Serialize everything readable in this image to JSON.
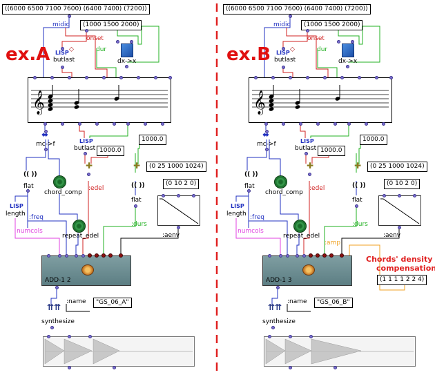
{
  "panels": [
    {
      "id": "A",
      "title": "ex.A",
      "chords_box": "((6000 6500 7100 7600) (6400 7400) (7200))",
      "onsets_box": "(1000 1500 2000)",
      "labels": {
        "midic": "midic",
        "onset": "onset",
        "dur": "dur",
        "lisp": "LISP",
        "butlast": "butlast",
        "dx_x": "dx->x",
        "mc_f": "mc->f",
        "flat": "flat",
        "chord_comp": "chord_comp",
        "length": "length",
        "repeat_edel": "repeat_edel",
        "synthesize": "synthesize",
        "name": ":name",
        "freq": ":freq",
        "edel": ":edel",
        "durs": ":durs",
        "numcols": "numcols",
        "aenv": ":aenv"
      },
      "edel_value": "1000.0",
      "durs_value": "1000.0",
      "bpf_box": "(0 25 1000 1024)",
      "env_box": "(0 10 2 0)",
      "synth_name": "ADD-1 2",
      "name_value": "\"GS_06_A\""
    },
    {
      "id": "B",
      "title": "ex.B",
      "chords_box": "((6000 6500 7100 7600) (6400 7400) (7200))",
      "onsets_box": "(1000 1500 2000)",
      "labels": {
        "midic": "midic",
        "onset": "onset",
        "dur": "dur",
        "lisp": "LISP",
        "butlast": "butlast",
        "dx_x": "dx->x",
        "mc_f": "mc->f",
        "flat": "flat",
        "chord_comp": "chord_comp",
        "length": "length",
        "repeat_edel": "repeat_edel",
        "synthesize": "synthesize",
        "name": ":name",
        "freq": ":freq",
        "edel": ":edel",
        "durs": ":durs",
        "numcols": "numcols",
        "aenv": ":aenv",
        "amp": ":amp"
      },
      "edel_value": "1000.0",
      "durs_value": "1000.0",
      "bpf_box": "(0 25 1000 1024)",
      "env_box": "(0 10 2 0)",
      "synth_name": "ADD-1 3",
      "name_value": "\"GS_06_B\"",
      "density_note_line1": "Chords' density",
      "density_note_line2": "compensation",
      "density_box": "(1 1 1 1 2 2 4)"
    }
  ],
  "colors": {
    "red_title": "#e01010",
    "blue_wire": "#2030c0",
    "red_wire": "#d02020",
    "green_wire": "#20b020",
    "magenta_wire": "#e040e0",
    "orange_wire": "#f0a020",
    "divider": "#e02020"
  }
}
